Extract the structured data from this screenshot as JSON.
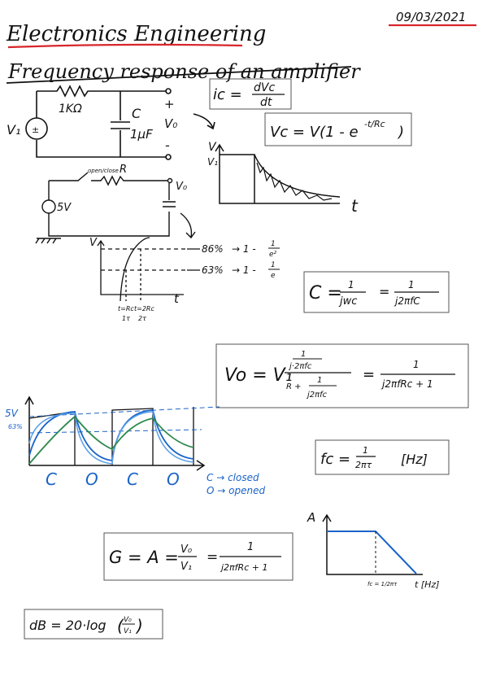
{
  "header": {
    "date": "09/03/2021",
    "subject": "Electronics Engineering",
    "title": "Frequency response of an amplifier"
  },
  "rc_circuit": {
    "source": "V₁",
    "resistor": "1KΩ",
    "capacitor_name": "C",
    "capacitor_value": "1μF",
    "plus": "+",
    "minus": "-",
    "output": "V₀"
  },
  "formulas": {
    "ic_lhs": "iᴄ =",
    "ic_num": "dVᴄ",
    "ic_den": "dt",
    "vc_eq": "Vᴄ = V(1 - e",
    "vc_exp": "-t/Rᴄ",
    "vc_close": ")",
    "c_lhs": "C =",
    "c_num1": "1",
    "c_den1": "jwc",
    "c_eq": "=",
    "c_num2": "1",
    "c_den2": "j2πfC",
    "vo_lhs": "Vo = V₁",
    "vo_n1": "1",
    "vo_n2": "j·2πfc",
    "vo_d1": "R +",
    "vo_d2": "1",
    "vo_d3": "j2πfc",
    "vo_eq": "=",
    "vo_rnum": "1",
    "vo_rden": "j2πfRc + 1",
    "fc_lhs": "fᴄ =",
    "fc_num": "1",
    "fc_den": "2πτ",
    "fc_unit": "[Hz]",
    "g_lhs": "G = A =",
    "g_num1": "V₀",
    "g_den1": "V₁",
    "g_eq": "=",
    "g_num2": "1",
    "g_den2": "j2πfRc + 1",
    "db_lhs": "dB = 20·log",
    "db_num": "V₀",
    "db_den": "V₁"
  },
  "switch_circuit": {
    "switch_label": "open/close",
    "resistor": "R",
    "source": "5V",
    "output": "V₀"
  },
  "vc_graph": {
    "y_label": "V",
    "y_sub": "V₁",
    "x_label": "t"
  },
  "charge_graph": {
    "y_label": "V",
    "x_label": "t",
    "level_86": "86%",
    "arrow1": "→ 1 -",
    "frac1_num": "1",
    "frac1_den": "e²",
    "level_63": "63%",
    "arrow2": "→ 1 -",
    "frac2_num": "1",
    "frac2_den": "e",
    "t1_top": "t=Rc",
    "t1_bot": "1τ",
    "t2_top": "t=2Rc",
    "t2_bot": "2τ"
  },
  "square_wave_graph": {
    "y_max": "5V",
    "y_level": "63%",
    "states": [
      "C",
      "O",
      "C",
      "O"
    ],
    "legend_closed": "C → closed",
    "legend_opened": "O → opened",
    "colors": {
      "ink": "#111111",
      "blue": "#1a63c8",
      "green": "#2e8a4e",
      "light_blue": "#5aa0e6"
    }
  },
  "bode_graph": {
    "y_label": "A",
    "x_label": "t [Hz]",
    "fc_mark": "fᴄ = 1/2πτ"
  }
}
